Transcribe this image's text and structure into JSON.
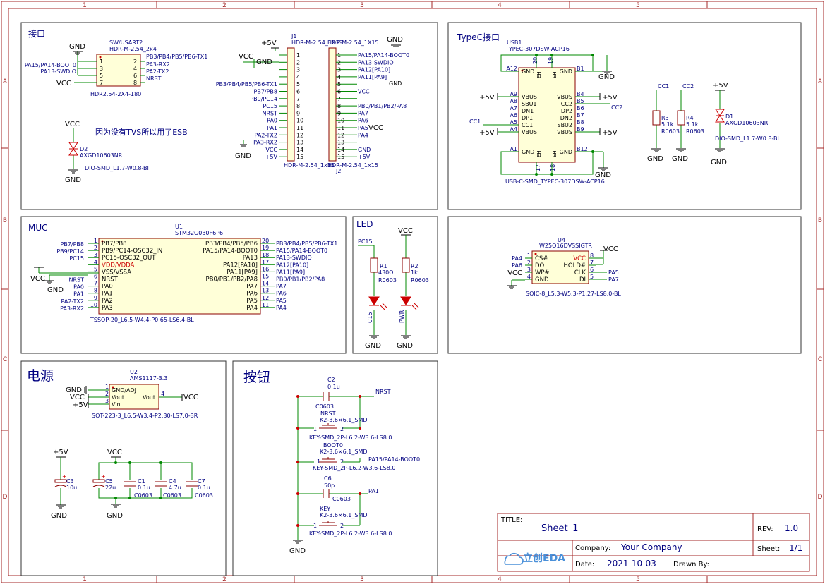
{
  "border": {
    "columns": [
      "1",
      "2",
      "3",
      "4",
      "5"
    ],
    "rows": [
      "A",
      "B",
      "C",
      "D"
    ]
  },
  "sections": {
    "interface": "接口",
    "typec": "TypeC接口",
    "mcu": "MUC",
    "led": "LED",
    "power": "电源",
    "buttons": "按钮"
  },
  "interface": {
    "sw": {
      "ref": "SW/USART2",
      "footprint": "HDR-M-2.54_2x4",
      "bottom": "HDR2.54-2X4-180",
      "pins_left": [
        "1",
        "3",
        "5",
        "7"
      ],
      "pins_right": [
        "2",
        "4",
        "6",
        "8"
      ],
      "nets_left": [
        "PA15/PA14-BOOT0",
        "PA13-SWDIO",
        "",
        ""
      ],
      "nets_right": [
        "PB3/PB4/PB5/PB6-TX1",
        "PA3-RX2",
        "PA2-TX2",
        "NRST"
      ],
      "gnd": "GND",
      "vcc": "VCC"
    },
    "j1": {
      "ref": "J1",
      "footprint": "HDR-M-2.54_1X15",
      "bottom": "HDR-M-2.54_1x15",
      "pins": [
        "1",
        "2",
        "3",
        "4",
        "5",
        "6",
        "7",
        "8",
        "9",
        "10",
        "11",
        "12",
        "13",
        "14",
        "15"
      ],
      "nets": [
        "",
        "",
        "",
        "",
        "PB3/PB4/PB5/PB6-TX1",
        "PB7/PB8",
        "PB9/PC14",
        "PC15",
        "NRST",
        "PA0",
        "PA1",
        "PA2-TX2",
        "PA3-RX2",
        "VCC",
        "+5V"
      ],
      "p5v": "+5V",
      "vcc": "VCC",
      "gnd": "GND",
      "gnd_bottom": "GND"
    },
    "j2": {
      "ref": "J2",
      "footprint": "HDR-M-2.54_1X15",
      "bottom": "HDR-M-2.54_1x15",
      "pins": [
        "1",
        "2",
        "3",
        "4",
        "5",
        "6",
        "7",
        "8",
        "9",
        "10",
        "11",
        "12",
        "13",
        "14",
        "15"
      ],
      "nets": [
        "PA15/PA14-BOOT0",
        "PA13-SWDIO",
        "PA12[PA10]",
        "PA11[PA9]",
        "",
        "VCC",
        "",
        "PB0/PB1/PB2/PA8",
        "PA7",
        "PA6",
        "PA5",
        "PA4",
        "",
        "GND",
        "+5V"
      ],
      "gnd_top": "GND",
      "gnd_mid": "GND",
      "vcc": "VCC"
    },
    "d2": {
      "ref": "D2",
      "part": "AXGD10603NR",
      "footprint": "DIO-SMD_L1.7-W0.8-BI",
      "vcc": "VCC",
      "gnd": "GND"
    },
    "note": "因为没有TVS所以用了ESB"
  },
  "typec": {
    "usb1": {
      "ref": "USB1",
      "part": "TYPEC-307DSW-ACP16",
      "footprint": "USB-C-SMD_TYPEC-307DSW-ACP16",
      "left_pins": [
        "A12",
        "A9",
        "A8",
        "A7",
        "A6",
        "A5",
        "A4",
        "A1"
      ],
      "left_names": [
        "GND",
        "VBUS",
        "SBU1",
        "DN1",
        "DP1",
        "CC1",
        "VBUS",
        "GND"
      ],
      "right_pins": [
        "B1",
        "B4",
        "B5",
        "B6",
        "B7",
        "B8",
        "B9",
        "B12"
      ],
      "right_names": [
        "GND",
        "VBUS",
        "CC2",
        "DP2",
        "DN2",
        "SBU2",
        "VBUS",
        "GND"
      ],
      "top_pins": [
        "20",
        "19"
      ],
      "bottom_pins": [
        "17",
        "18"
      ],
      "eh": "EH",
      "p5v": "+5V",
      "cc1": "CC1",
      "cc2": "CC2",
      "gnd": "GND"
    },
    "r3": {
      "ref": "R3",
      "value": "5.1k",
      "footprint": "R0603",
      "net": "CC1",
      "gnd": "GND"
    },
    "r4": {
      "ref": "R4",
      "value": "5.1k",
      "footprint": "R0603",
      "net": "CC2",
      "gnd": "GND"
    },
    "d1": {
      "ref": "D1",
      "part": "AXGD10603NR",
      "footprint": "DIO-SMD_L1.7-W0.8-BI",
      "p5v": "+5V",
      "gnd": "GND"
    }
  },
  "mcu": {
    "u1": {
      "ref": "U1",
      "part": "STM32G030F6P6",
      "footprint": "TSSOP-20_L6.5-W4.4-P0.65-LS6.4-BL",
      "left_pins": [
        "1",
        "2",
        "3",
        "4",
        "5",
        "6",
        "7",
        "8",
        "9",
        "10"
      ],
      "left_names": [
        "PB7/PB8",
        "PB9/PC14-OSC32_IN",
        "PC15-OSC32_OUT",
        "VDD/VDDA",
        "VSS/VSSA",
        "NRST",
        "PA0",
        "PA1",
        "PA2",
        "PA3"
      ],
      "left_nets": [
        "PB7/PB8",
        "PB9/PC14",
        "PC15",
        "",
        "",
        "NRST",
        "PA0",
        "PA1",
        "PA2-TX2",
        "PA3-RX2"
      ],
      "right_pins": [
        "20",
        "19",
        "18",
        "17",
        "16",
        "15",
        "14",
        "13",
        "12",
        "11"
      ],
      "right_names": [
        "PB3/PB4/PB5/PB6",
        "PA15/PA14-BOOT0",
        "PA13",
        "PA12[PA10]",
        "PA11[PA9]",
        "PB0/PB1/PB2/PA8",
        "PA7",
        "PA6",
        "PA5",
        "PA4"
      ],
      "right_nets": [
        "PB3/PB4/PB5/PB6-TX1",
        "PA15/PA14-BOOT0",
        "PA13-SWDIO",
        "PA12[PA10]",
        "PA11[PA9]",
        "PB0/PB1/PB2/PA8",
        "PA7",
        "PA6",
        "PA5",
        "PA4"
      ],
      "vcc": "VCC",
      "gnd": "GND"
    }
  },
  "led": {
    "r1": {
      "ref": "R1",
      "value": "430Ω",
      "footprint": "R0603",
      "net": "PC15"
    },
    "r2": {
      "ref": "R2",
      "value": "1k",
      "footprint": "R0603",
      "net": "VCC"
    },
    "led1": {
      "ref": "C15",
      "gnd": "GND"
    },
    "led2": {
      "ref": "PWR",
      "gnd": "GND"
    }
  },
  "flash": {
    "u4": {
      "ref": "U4",
      "part": "W25Q16DVSSIGTR",
      "footprint": "SOIC-8_L5.3-W5.3-P1.27-LS8.0-BL",
      "left_pins": [
        "1",
        "2",
        "3",
        "4"
      ],
      "left_names": [
        "CS#",
        "DO",
        "WP#",
        "GND"
      ],
      "left_nets": [
        "PA4",
        "PA6",
        "VCC",
        ""
      ],
      "right_pins": [
        "8",
        "7",
        "6",
        "5"
      ],
      "right_names": [
        "VCC",
        "HOLD#",
        "CLK",
        "DI"
      ],
      "right_nets": [
        "",
        "",
        "PA5",
        "PA7"
      ],
      "vcc": "VCC",
      "gnd": "GND"
    }
  },
  "power": {
    "u2": {
      "ref": "U2",
      "part": "AMS1117-3.3",
      "footprint": "SOT-223-3_L6.5-W3.4-P2.30-LS7.0-BR",
      "left_pins": [
        "1",
        "2",
        "3"
      ],
      "left_names": [
        "GND/ADJ",
        "Vout",
        "Vin"
      ],
      "left_nets": [
        "GND",
        "VCC",
        "+5V"
      ],
      "right_pin": "4",
      "right_name": "Vout",
      "right_net": "VCC"
    },
    "c3": {
      "ref": "C3",
      "value": "10u",
      "p5v": "+5V",
      "gnd": "GND"
    },
    "caps": [
      {
        "ref": "C5",
        "value": "22u",
        "footprint": ""
      },
      {
        "ref": "C1",
        "value": "0.1u",
        "footprint": "C0603"
      },
      {
        "ref": "C4",
        "value": "4.7u",
        "footprint": "C0603"
      },
      {
        "ref": "C7",
        "value": "0.1u",
        "footprint": "C0603"
      }
    ],
    "vcc": "VCC",
    "gnd": "GND"
  },
  "buttons": {
    "c2": {
      "ref": "C2",
      "value": "0.1u",
      "footprint": "C0603",
      "net": "NRST"
    },
    "nrst": {
      "ref": "NRST",
      "part": "K2-3.6×6.1_SMD",
      "footprint": "KEY-SMD_2P-L6.2-W3.6-LS8.0"
    },
    "boot0": {
      "ref": "BOOT0",
      "part": "K2-3.6×6.1_SMD",
      "footprint": "KEY-SMD_2P-L6.2-W3.6-LS8.0",
      "net": "PA15/PA14-BOOT0"
    },
    "c6": {
      "ref": "C6",
      "value": "50p",
      "footprint": "C0603",
      "net": "PA1"
    },
    "key": {
      "ref": "KEY",
      "part": "K2-3.6×6.1_SMD",
      "footprint": "KEY-SMD_2P-L6.2-W3.6-LS8.0"
    },
    "pin1": "1",
    "pin2": "2",
    "gnd": "GND"
  },
  "title_block": {
    "title_label": "TITLE:",
    "title": "Sheet_1",
    "rev_label": "REV:",
    "rev": "1.0",
    "company_label": "Company:",
    "company": "Your Company",
    "sheet_label": "Sheet:",
    "sheet": "1/1",
    "date_label": "Date:",
    "date": "2021-10-03",
    "drawn_label": "Drawn By:",
    "drawn": "",
    "logo": "立创EDA"
  },
  "colors": {
    "frame": "#a52a2a",
    "wire": "#008800",
    "text": "#000080",
    "part": "#8b0000",
    "power": "#000000",
    "accent": "#cc0000"
  }
}
